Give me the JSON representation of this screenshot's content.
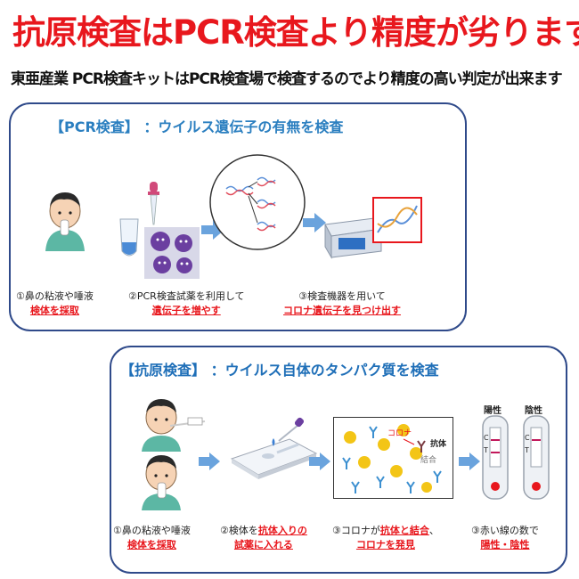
{
  "header": {
    "headline": "抗原検査はPCR検査より精度が劣ります",
    "subline": "東亜産業 PCR検査キットはPCR検査場で検査するのでより精度の高い判定が出来ます"
  },
  "pcr_panel": {
    "title_prefix": "【PCR検査】",
    "title_suffix": "：ウイルス遺伝子の有無を検査",
    "steps": [
      {
        "line1": "①鼻の粘液や唾液",
        "line2": "検体を採取"
      },
      {
        "line1": "②PCR検査試薬を利用して",
        "line2": "遺伝子を増やす"
      },
      {
        "line1": "③検査機器を用いて",
        "line2": "コロナ遺伝子を見つけ出す"
      }
    ]
  },
  "antigen_panel": {
    "title_prefix": "【抗原検査】",
    "title_suffix": "：ウイルス自体のタンパク質を検査",
    "diagram_labels": {
      "corona": "コロナ",
      "antibody": "抗体",
      "binding": "結合"
    },
    "result_labels": {
      "positive": "陽性",
      "negative": "陰性",
      "c": "C",
      "t": "T"
    },
    "steps": [
      {
        "line1": "①鼻の粘液や唾液",
        "line2": "検体を採取"
      },
      {
        "line1a": "②検体を",
        "line1b": "抗体入りの",
        "line2": "試薬に入れる"
      },
      {
        "line1a": "③コロナが",
        "line1b": "抗体と結合",
        "line1c": "、",
        "line2": "コロナを発見"
      },
      {
        "line1": "③赤い線の数で",
        "line2": "陽性・陰性"
      }
    ]
  },
  "colors": {
    "headline": "#e8171d",
    "panel_border": "#2f4a8a",
    "title_blue": "#2b7fc0",
    "emphasis_red": "#e8171d"
  }
}
